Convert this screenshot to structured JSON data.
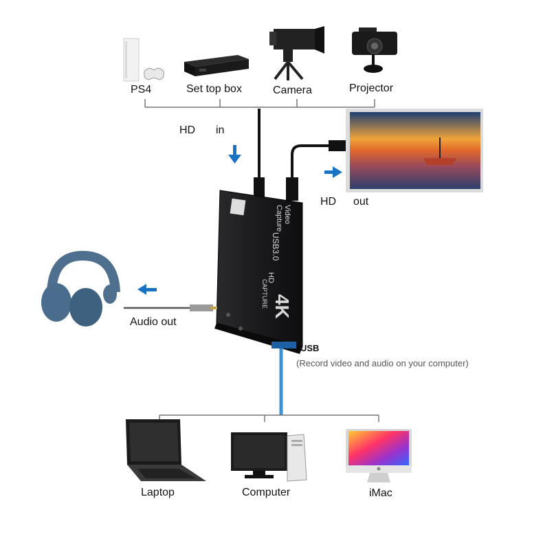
{
  "sources": {
    "ps4": "PS4",
    "settop": "Set top box",
    "camera": "Camera",
    "projector": "Projector"
  },
  "hd_in": {
    "hd": "HD",
    "in": "in"
  },
  "hd_out": {
    "hd": "HD",
    "out": "out"
  },
  "audio_out": "Audio out",
  "usb": {
    "label": "USB",
    "note": "(Record video and audio on your computer)"
  },
  "device": {
    "brand_mark": "4K",
    "line1": "HD",
    "line2": "CAPTURE",
    "line3": "Video Capture",
    "line4": "USB3.0"
  },
  "computers": {
    "laptop": "Laptop",
    "computer": "Computer",
    "imac": "iMac"
  },
  "colors": {
    "arrow_blue": "#1a72c4",
    "usb_blue": "#3d8fd6",
    "device_body": "#1d1d1f",
    "line_gray": "#777777"
  }
}
